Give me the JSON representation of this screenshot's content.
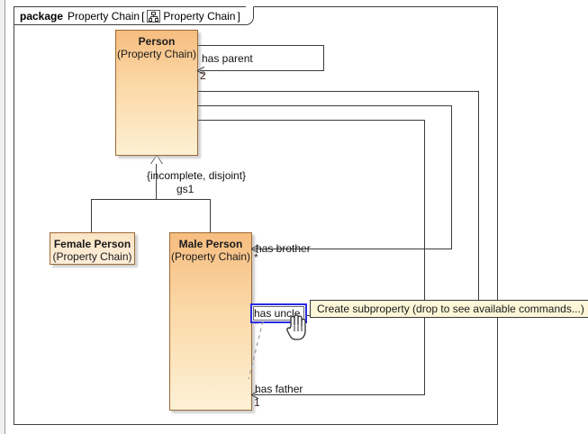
{
  "package": {
    "keyword": "package",
    "name": "Property Chain",
    "bracket_open": "[",
    "bracket_close": "]",
    "diagram_icon": "hierarchy-diagram-icon",
    "diagram_name": "Property Chain"
  },
  "classes": [
    {
      "id": "person",
      "name": "Person",
      "qualifier": "(Property Chain)"
    },
    {
      "id": "female",
      "name": "Female Person",
      "qualifier": "(Property Chain)"
    },
    {
      "id": "male",
      "name": "Male Person",
      "qualifier": "(Property Chain)"
    }
  ],
  "generalization": {
    "constraint": "{incomplete, disjoint}",
    "set_name": "gs1",
    "arrow": "hollow-triangle"
  },
  "associations": [
    {
      "id": "has-parent",
      "label": "has parent",
      "multiplicity": "2",
      "source": "Person",
      "target": "Person"
    },
    {
      "id": "has-brother",
      "label": "has brother",
      "multiplicity": "*",
      "source": "Male Person",
      "target": "Person"
    },
    {
      "id": "has-uncle",
      "label": "has uncle",
      "multiplicity": "*",
      "source": "Male Person",
      "target": "Person",
      "selected": true
    },
    {
      "id": "has-father",
      "label": "has father",
      "multiplicity": "1",
      "source": "Male Person",
      "target": "Person"
    }
  ],
  "tooltip": {
    "text": "Create subproperty (drop to see available commands...)",
    "background": "#fdf7d8",
    "border": "#3a3a3a"
  },
  "cursor": {
    "type": "drag-hand-cursor"
  },
  "colors": {
    "class_fill_top": "#f7bd7f",
    "class_fill_bottom": "#fdf0d2",
    "class_border": "#9c6a35",
    "selection_blue": "#2a2ae0",
    "connector": "#3b3b3b"
  }
}
